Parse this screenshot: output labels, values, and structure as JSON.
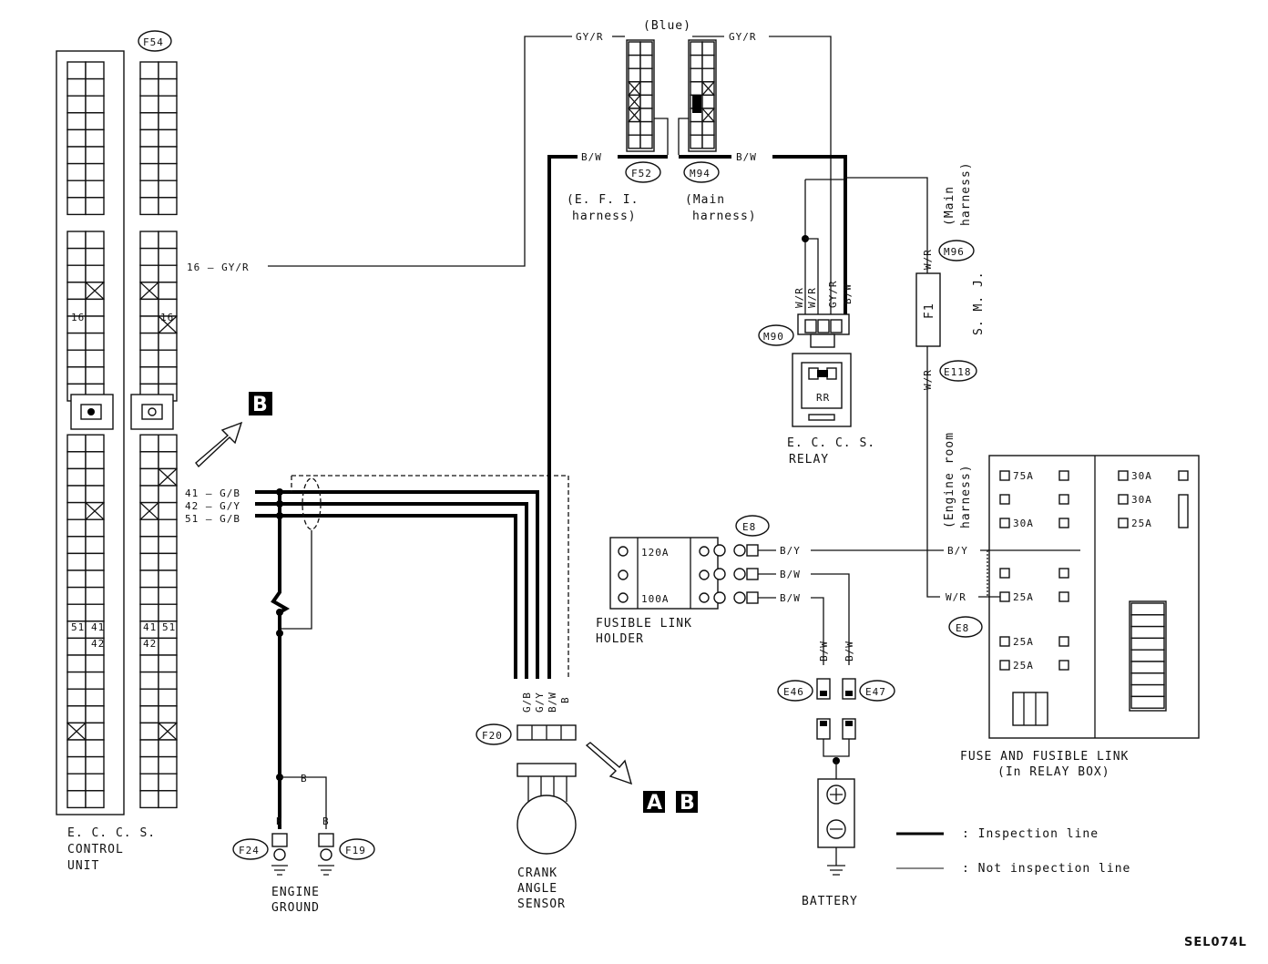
{
  "diagram_id": "SEL074L",
  "ecu": {
    "line1": "E. C. C. S.",
    "line2": "CONTROL",
    "line3": "UNIT"
  },
  "pins": {
    "p16": "16",
    "p41": "41",
    "p42": "42",
    "p51": "51"
  },
  "connectors": {
    "f54": "F54",
    "f52": "F52",
    "m94": "M94",
    "m90": "M90",
    "m96": "M96",
    "e118": "E118",
    "e8a": "E8",
    "e8b": "E8",
    "e46": "E46",
    "e47": "E47",
    "f20": "F20",
    "f24": "F24",
    "f19": "F19"
  },
  "wires": {
    "w16": "16 — GY/R",
    "w41": "41 — G/B",
    "w42": "42 — G/Y",
    "w51": "51 — G/B",
    "gyr_left": "GY/R",
    "gyr_right": "GY/R",
    "blue": "(Blue)",
    "bw_left": "B/W",
    "bw_right": "B/W",
    "wr_top": "W/R",
    "wr_bottom": "W/R",
    "wr_fuse": "W/R",
    "by_line": "B/Y",
    "by_right": "B/Y",
    "bw_link2": "B/W",
    "bw_link3": "B/W",
    "relay_wr1": "W/R",
    "relay_wr2": "W/R",
    "relay_gyr": "GY/R",
    "relay_bw": "B/W",
    "bat_bw1": "B/W",
    "bat_bw2": "B/W",
    "gnd_b1": "B",
    "gnd_b2": "B",
    "gnd_b3": "B",
    "f20_gb": "G/B",
    "f20_gy": "G/Y",
    "f20_bw": "B/W",
    "f20_b": "B"
  },
  "harness": {
    "efi_1": "(E. F. I.",
    "efi_2": "harness)",
    "main_1": "(Main",
    "main_2": "harness)",
    "main_v1": "(Main",
    "main_v2": "harness)",
    "engine_v1": "(Engine room",
    "engine_v2": "harness)",
    "smj": "S. M. J."
  },
  "components": {
    "relay_1": "E. C. C. S.",
    "relay_2": "RELAY",
    "fusible_1": "FUSIBLE LINK",
    "fusible_2": "HOLDER",
    "crank_1": "CRANK",
    "crank_2": "ANGLE",
    "crank_3": "SENSOR",
    "ground_1": "ENGINE",
    "ground_2": "GROUND",
    "battery": "BATTERY",
    "relaybox_1": "FUSE AND FUSIBLE LINK",
    "relaybox_2": "(In RELAY BOX)",
    "f1": "F1"
  },
  "fuses": {
    "a120": "120A",
    "a100": "100A",
    "a75": "75A",
    "a30_l": "30A",
    "a25_main": "25A",
    "a25_b": "25A",
    "a25_c": "25A",
    "a30_r1": "30A",
    "a30_r2": "30A",
    "a25_r": "25A"
  },
  "references": {
    "a": "A",
    "b": "B",
    "b2": "B"
  },
  "legend": {
    "inspection": ": Inspection line",
    "not_inspection": ": Not inspection line"
  }
}
